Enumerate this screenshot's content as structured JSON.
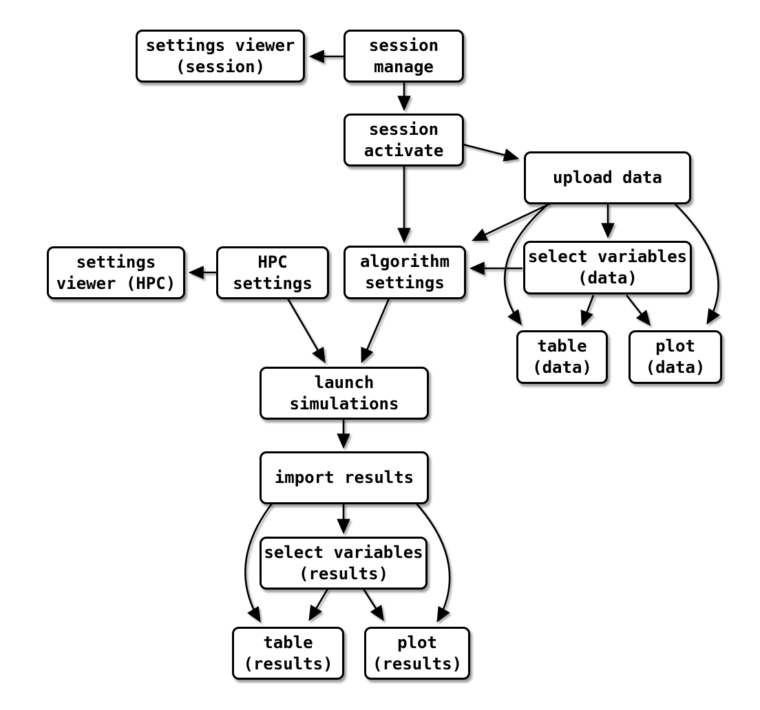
{
  "diagram": {
    "type": "flowchart",
    "background_color": "#ffffff",
    "node_fill_color": "#ffffff",
    "line_color": "#000000",
    "shadow_color": "rgba(0,0,0,0.38)",
    "nodes": [
      {
        "id": "settings-viewer-session",
        "label": "settings viewer\n(session)"
      },
      {
        "id": "session-manage",
        "label": "session\nmanage"
      },
      {
        "id": "session-activate",
        "label": "session\nactivate"
      },
      {
        "id": "upload-data",
        "label": "upload data"
      },
      {
        "id": "settings-viewer-hpc",
        "label": "settings\nviewer (HPC)"
      },
      {
        "id": "hpc-settings",
        "label": "HPC\nsettings"
      },
      {
        "id": "algorithm-settings",
        "label": "algorithm\nsettings"
      },
      {
        "id": "select-variables-data",
        "label": "select variables\n(data)"
      },
      {
        "id": "table-data",
        "label": "table\n(data)"
      },
      {
        "id": "plot-data",
        "label": "plot\n(data)"
      },
      {
        "id": "launch-simulations",
        "label": "launch\nsimulations"
      },
      {
        "id": "import-results",
        "label": "import results"
      },
      {
        "id": "select-variables-results",
        "label": "select variables\n(results)"
      },
      {
        "id": "table-results",
        "label": "table\n(results)"
      },
      {
        "id": "plot-results",
        "label": "plot\n(results)"
      }
    ],
    "edges": [
      {
        "from": "session-manage",
        "to": "settings-viewer-session"
      },
      {
        "from": "session-manage",
        "to": "session-activate"
      },
      {
        "from": "session-activate",
        "to": "upload-data"
      },
      {
        "from": "session-activate",
        "to": "algorithm-settings"
      },
      {
        "from": "upload-data",
        "to": "algorithm-settings"
      },
      {
        "from": "upload-data",
        "to": "select-variables-data"
      },
      {
        "from": "upload-data",
        "to": "table-data"
      },
      {
        "from": "upload-data",
        "to": "plot-data"
      },
      {
        "from": "select-variables-data",
        "to": "algorithm-settings"
      },
      {
        "from": "select-variables-data",
        "to": "table-data"
      },
      {
        "from": "select-variables-data",
        "to": "plot-data"
      },
      {
        "from": "hpc-settings",
        "to": "settings-viewer-hpc"
      },
      {
        "from": "hpc-settings",
        "to": "launch-simulations"
      },
      {
        "from": "algorithm-settings",
        "to": "launch-simulations"
      },
      {
        "from": "launch-simulations",
        "to": "import-results"
      },
      {
        "from": "import-results",
        "to": "select-variables-results"
      },
      {
        "from": "import-results",
        "to": "table-results"
      },
      {
        "from": "import-results",
        "to": "plot-results"
      },
      {
        "from": "select-variables-results",
        "to": "table-results"
      },
      {
        "from": "select-variables-results",
        "to": "plot-results"
      }
    ]
  }
}
